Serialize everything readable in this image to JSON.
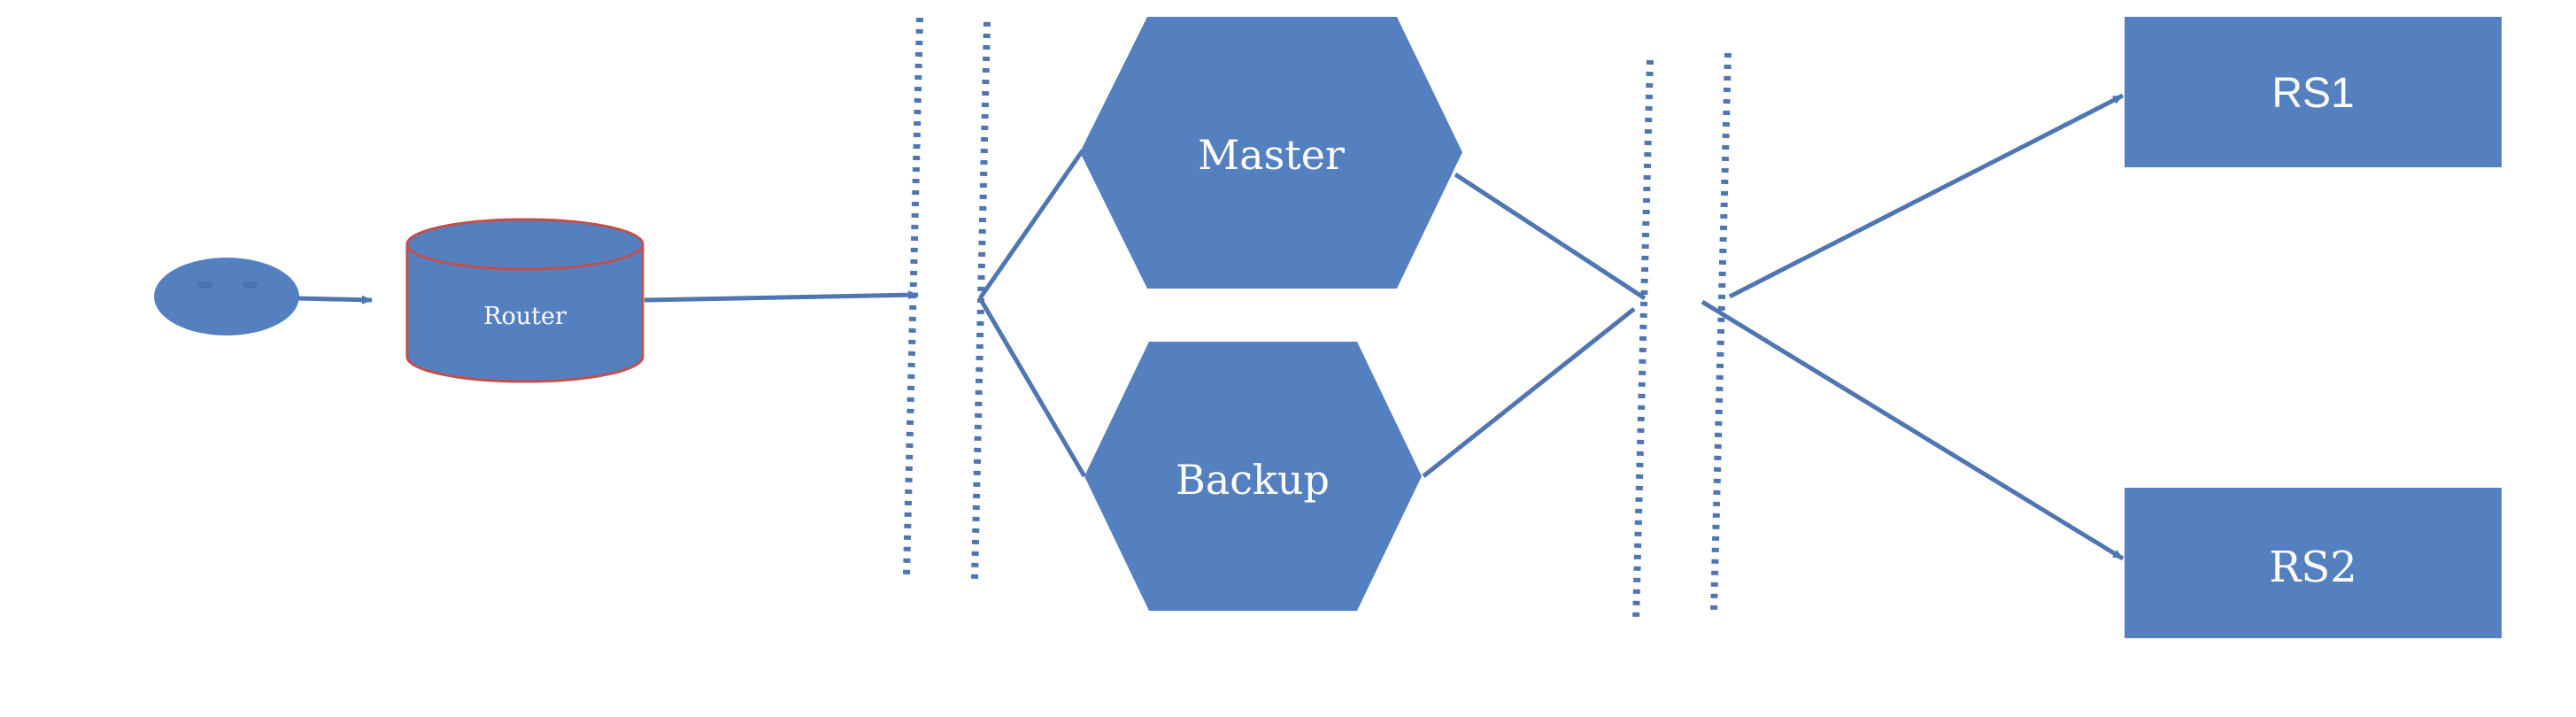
{
  "diagram": {
    "colors": {
      "shape_fill": "#5580BF",
      "router_outline": "#C0504D",
      "line": "#4F76B1",
      "divider": "#4F76B1"
    },
    "nodes": {
      "client": {
        "icon": "client-icon"
      },
      "router": {
        "label": "Router"
      },
      "master": {
        "label": "Master"
      },
      "backup": {
        "label": "Backup"
      },
      "rs1": {
        "label": "RS1"
      },
      "rs2": {
        "label": "RS2"
      }
    }
  }
}
